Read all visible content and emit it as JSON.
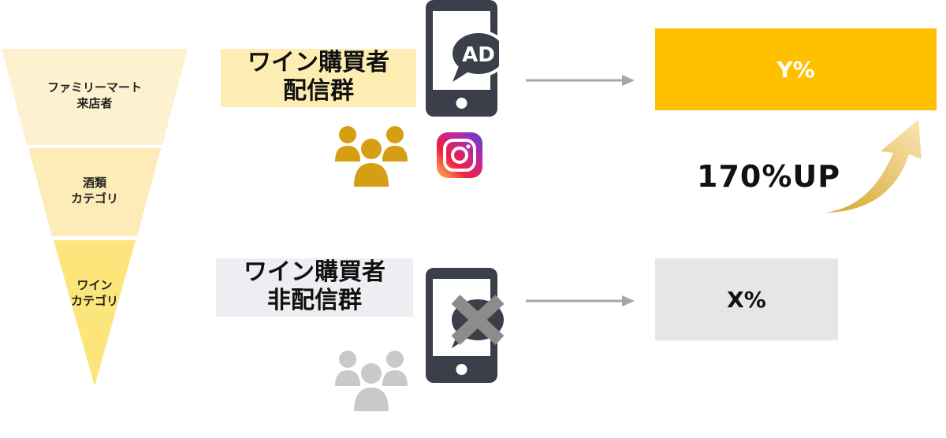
{
  "funnel": {
    "stage_1": "ファミリーマート\n来店者",
    "stage_2": "酒類\nカテゴリ",
    "stage_3": "ワイン\nカテゴリ"
  },
  "delivered_group": {
    "label": "ワイン購買者\n配信群",
    "ad_bubble_text": "AD"
  },
  "non_delivered_group": {
    "label": "ワイン購買者\n非配信群"
  },
  "results": {
    "delivered_value": "Y%",
    "non_delivered_value": "X%",
    "uplift_text": "170%UP"
  },
  "colors": {
    "gold": "#FFC000",
    "funnel_top": "#FDF1CF",
    "funnel_mid": "#FDEBB8",
    "funnel_bottom": "#FCE57A",
    "label_bg_gold": "#FDEDB3",
    "label_bg_gray": "#EEEDF2",
    "phone": "#3B3F4A",
    "people_gold": "#D59E13",
    "people_gray": "#C9C9C9",
    "arrow_gray": "#A6A6A6",
    "box_gray": "#E7E6E6"
  },
  "icons": {
    "delivered_phone": "smartphone-with-ad-bubble-icon",
    "non_delivered_phone": "smartphone-crossed-out-icon",
    "instagram": "instagram-icon",
    "people": "user-group-icon",
    "uplift": "curved-up-arrow-icon"
  }
}
